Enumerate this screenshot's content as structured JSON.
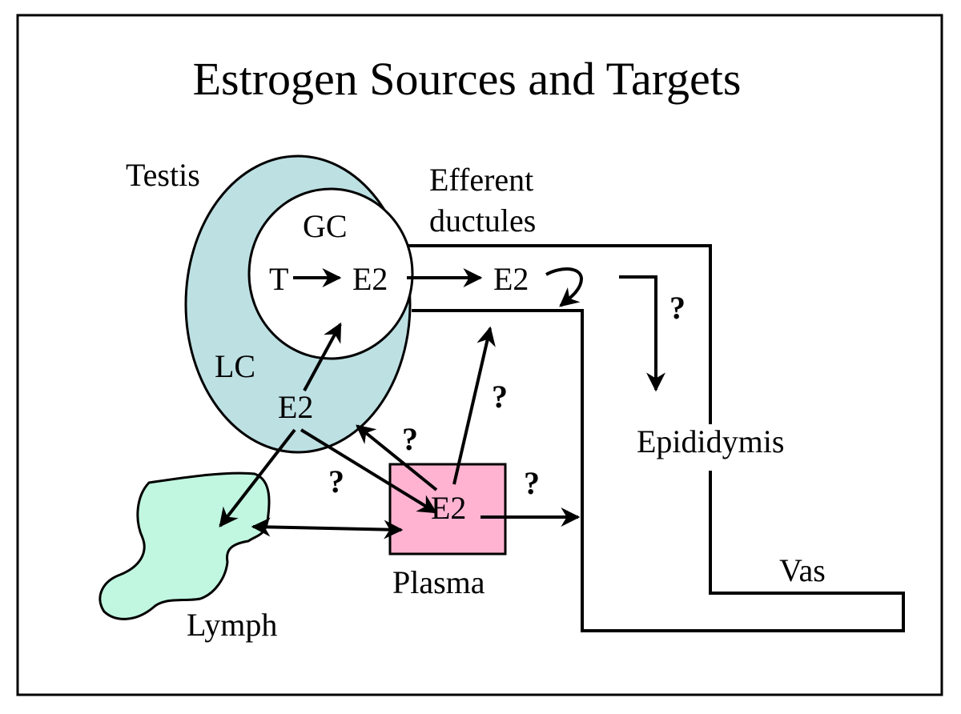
{
  "title": "Estrogen Sources and Targets",
  "labels": {
    "testis": "Testis",
    "gc": "GC",
    "lc": "LC",
    "efferent_line1": "Efferent",
    "efferent_line2": "ductules",
    "epididymis": "Epididymis",
    "vas": "Vas",
    "plasma": "Plasma",
    "lymph": "Lymph",
    "t": "T",
    "e2_gc": "E2",
    "e2_duct": "E2",
    "e2_lc": "E2",
    "e2_plasma": "E2",
    "question": "?"
  },
  "colors": {
    "testis_fill": "#bde0e3",
    "plasma_fill": "#ffb3d1",
    "lymph_fill": "#c1f7e0",
    "stroke": "#000000"
  }
}
